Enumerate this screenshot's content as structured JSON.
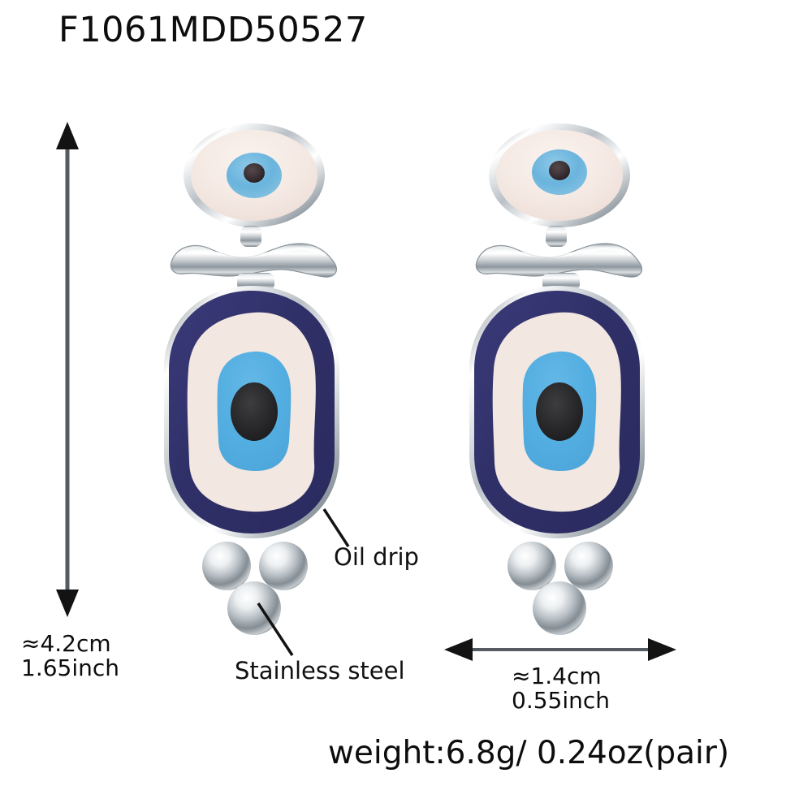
{
  "product": {
    "code": "F1061MDD50527",
    "weight_text": "weight:6.8g/ 0.24oz(pair)"
  },
  "dimensions": {
    "height": {
      "cm": "≈4.2cm",
      "inch": "1.65inch",
      "arrow": "vertical-double-arrow"
    },
    "width": {
      "cm": "≈1.4cm",
      "inch": "0.55inch",
      "arrow": "horizontal-double-arrow"
    }
  },
  "callouts": [
    {
      "id": "oil-drip",
      "label": "Oil drip"
    },
    {
      "id": "stainless-steel",
      "label": "Stainless steel"
    }
  ],
  "colors": {
    "enamel_navy": "#33336e",
    "enamel_cream": "#f3e6e0",
    "enamel_blue": "#57afe0",
    "pupil": "#2b2b2b",
    "silver_light": "#ffffff",
    "silver_mid": "#c8cdd2",
    "silver_dark": "#6e767d",
    "arrow": "#4a4a4a",
    "text": "#0d0d0d",
    "background": "#ffffff"
  },
  "earrings": [
    {
      "side": "left",
      "stud": {
        "enamel": "cream",
        "iris": "light-blue",
        "pupil": "dark"
      },
      "bar": "wavy-silver-bar",
      "pendant": {
        "outer": "navy",
        "middle": "cream",
        "iris": "blue",
        "pupil": "dark"
      },
      "beads": 3
    },
    {
      "side": "right",
      "stud": {
        "enamel": "cream",
        "iris": "light-blue",
        "pupil": "dark"
      },
      "bar": "wavy-silver-bar",
      "pendant": {
        "outer": "navy",
        "middle": "cream",
        "iris": "blue",
        "pupil": "dark"
      },
      "beads": 3
    }
  ]
}
